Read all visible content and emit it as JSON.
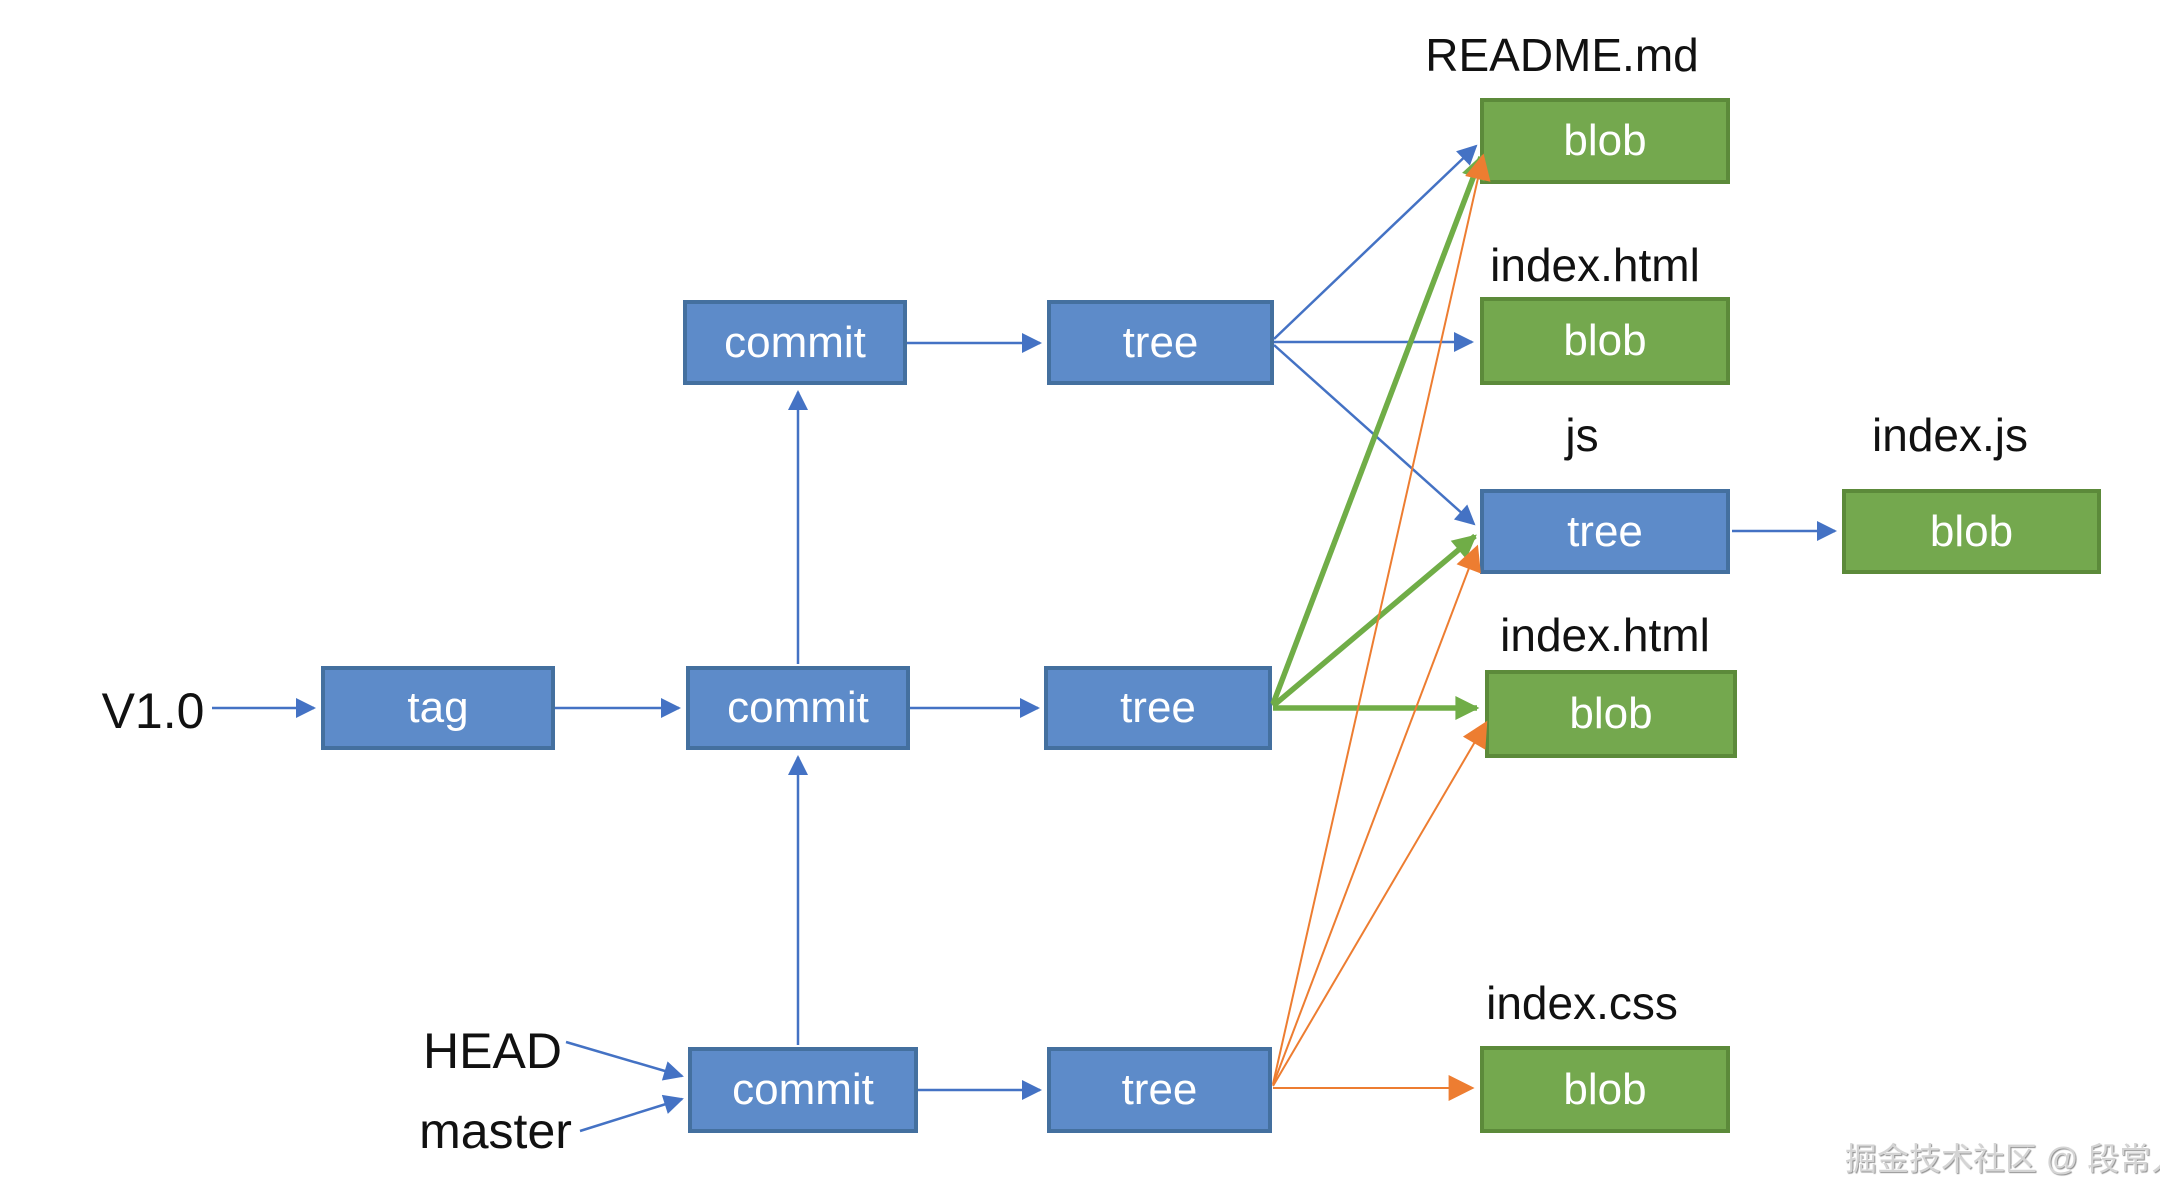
{
  "nodes": {
    "tag": "tag",
    "commit_top": "commit",
    "commit_mid": "commit",
    "commit_bottom": "commit",
    "tree_top": "tree",
    "tree_mid": "tree",
    "tree_bottom": "tree",
    "tree_js": "tree",
    "blob_readme": "blob",
    "blob_index_html_top": "blob",
    "blob_index_js": "blob",
    "blob_index_html_mid": "blob",
    "blob_index_css": "blob"
  },
  "file_labels": {
    "readme": "README.md",
    "index_html_top": "index.html",
    "js_dir": "js",
    "index_js": "index.js",
    "index_html_mid": "index.html",
    "index_css": "index.css"
  },
  "ref_labels": {
    "version": "V1.0",
    "head": "HEAD",
    "master": "master"
  },
  "watermark": "掘金技术社区 @ 段常人",
  "colors": {
    "node_blue_fill": "#5d8bc9",
    "node_blue_border": "#44709f",
    "node_green_fill": "#74a84e",
    "node_green_border": "#5c8a3a",
    "arrow_blue": "#4472c4",
    "arrow_green": "#70ad47",
    "arrow_orange": "#ed7d31"
  }
}
